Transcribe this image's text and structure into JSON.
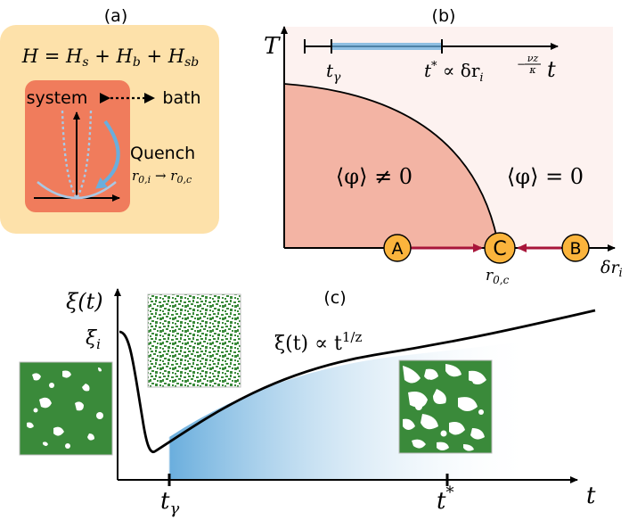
{
  "panels": {
    "a": {
      "label": "(a)",
      "hamiltonian": {
        "lhs": "H",
        "eq": " = ",
        "h": "H",
        "s": "s",
        "b": "b",
        "sb": "sb",
        "plus": " + "
      },
      "system_label": "system",
      "bath_label": "bath",
      "quench_label": "Quench",
      "quench_sub": {
        "r": "r",
        "from": "0,i",
        "arrow": " → ",
        "to": "0,c"
      }
    },
    "b": {
      "label": "(b)",
      "t_axis": "T",
      "delta_r": "δr",
      "delta_r_sub": "i",
      "ordered": "⟨φ⟩ ≠ 0",
      "disordered": "⟨φ⟩ = 0",
      "timeline": {
        "t": "t",
        "t_gamma": "t",
        "gamma": "γ",
        "t_star": "t",
        "star": "*",
        "prop": " ∝ δr",
        "i": "i",
        "exponent": "−",
        "nu_z": "νz",
        "kappa": "κ"
      },
      "points": [
        {
          "id": "A"
        },
        {
          "id": "C"
        },
        {
          "id": "B"
        }
      ],
      "critical": {
        "r": "r",
        "sub": "0,c"
      }
    },
    "c": {
      "label": "(c)",
      "xi_t": "ξ(t)",
      "xi_i": "ξ",
      "xi_i_sub": "i",
      "law": "ξ(t) ∝ t",
      "law_exp": "1/z",
      "t_axis": "t",
      "tick_gamma": "t",
      "tick_gamma_sub": "γ",
      "tick_star": "t",
      "tick_star_sup": "*"
    }
  },
  "colors": {
    "panel_a_bg": "#fde1aa",
    "system_box": "#f07c5c",
    "ordered_fill": "#f3b4a4",
    "disordered_fill": "#fdf2f0",
    "arrow_red": "#a8163a",
    "point_fill": "#fbb43c",
    "blue": "#6aaedd",
    "green": "#3a8a3a"
  }
}
